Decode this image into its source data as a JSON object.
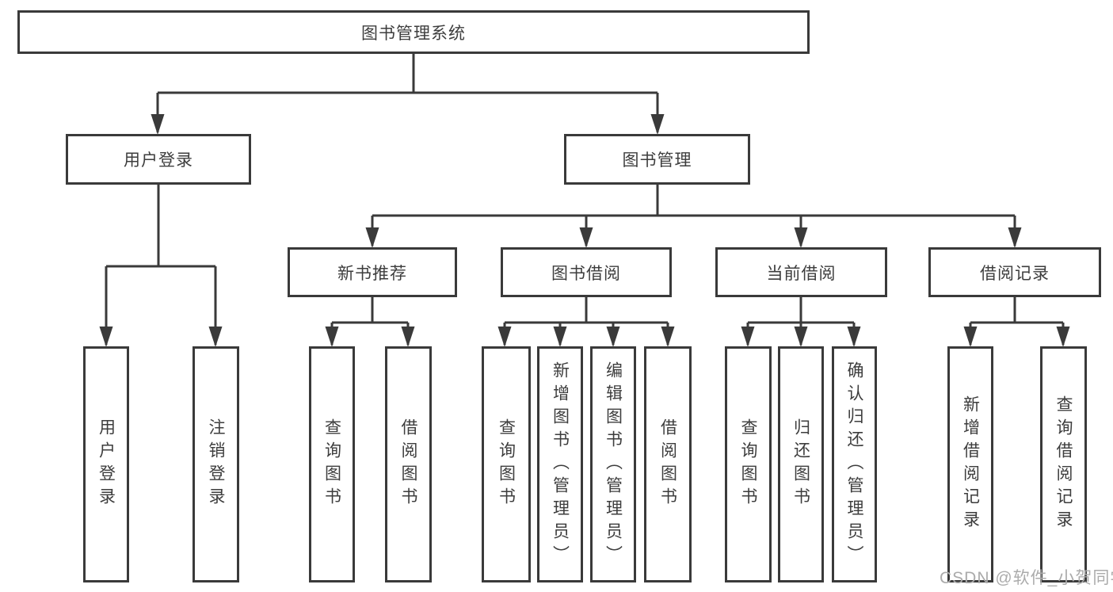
{
  "tree": {
    "root": {
      "label": "图书管理系统"
    },
    "user_login": {
      "label": "用户登录",
      "children": [
        {
          "label": "用户登录"
        },
        {
          "label": "注销登录"
        }
      ]
    },
    "book_mgmt": {
      "label": "图书管理",
      "sections": [
        {
          "label": "新书推荐",
          "children": [
            {
              "label": "查询图书"
            },
            {
              "label": "借阅图书"
            }
          ]
        },
        {
          "label": "图书借阅",
          "children": [
            {
              "label": "查询图书"
            },
            {
              "label": "新增图书（管理员）"
            },
            {
              "label": "编辑图书（管理员）"
            },
            {
              "label": "借阅图书"
            }
          ]
        },
        {
          "label": "当前借阅",
          "children": [
            {
              "label": "查询图书"
            },
            {
              "label": "归还图书"
            },
            {
              "label": "确认归还（管理员）"
            }
          ]
        },
        {
          "label": "借阅记录",
          "children": [
            {
              "label": "新增借阅记录"
            },
            {
              "label": "查询借阅记录"
            }
          ]
        }
      ]
    }
  },
  "watermark": {
    "text": "CSDN @软件_小贺同学"
  },
  "colors": {
    "line": "#3a3a3a",
    "text": "#3d3d3d",
    "watermark": "#ababab",
    "background": "#ffffff"
  }
}
